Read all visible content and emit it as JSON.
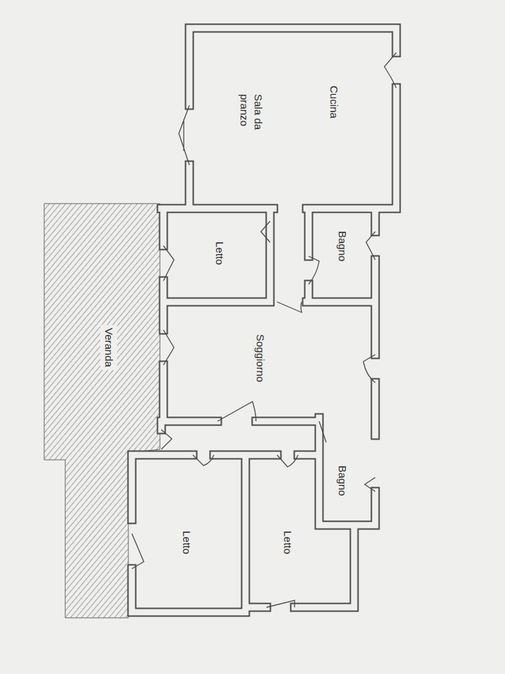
{
  "diagram": {
    "nodes": [
      {
        "text": [
          "Cucina",
          "Sala da pranzo"
        ]
      },
      {
        "text": [
          "Letto"
        ]
      },
      {
        "text": [
          "Bagno"
        ]
      },
      {
        "text": [
          "Soggiorno"
        ]
      },
      {
        "text": [
          "Veranda"
        ]
      },
      {
        "text": [
          "Bagno"
        ]
      },
      {
        "text": [
          "Letto"
        ]
      },
      {
        "text": [
          "Letto"
        ]
      }
    ]
  }
}
